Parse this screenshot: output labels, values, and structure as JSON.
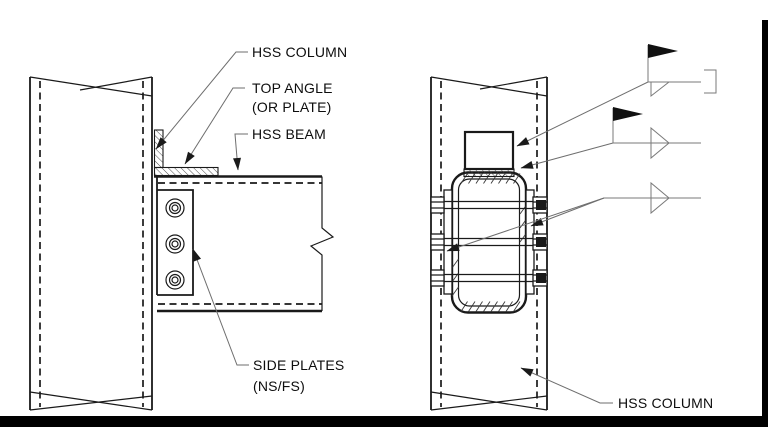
{
  "drawing": {
    "type": "structural-steel-connection-detail",
    "left_view": {
      "callouts": {
        "hss_column": "HSS COLUMN",
        "top_angle": [
          "TOP ANGLE",
          "(OR PLATE)"
        ],
        "hss_beam": "HSS BEAM",
        "side_plates": [
          "SIDE PLATES",
          "(NS/FS)"
        ]
      }
    },
    "right_view": {
      "callouts": {
        "hss_column": "HSS COLUMN"
      },
      "weld_symbols": [
        {
          "name": "field-weld-flag-with-fillet-and-bracket"
        },
        {
          "name": "field-weld-flag-with-fillet"
        },
        {
          "name": "fillet-weld"
        }
      ]
    },
    "colors": {
      "line": "#1a1a1a",
      "leader": "#6e6e6e",
      "background": "#ffffff",
      "border_bar": "#000000"
    }
  }
}
